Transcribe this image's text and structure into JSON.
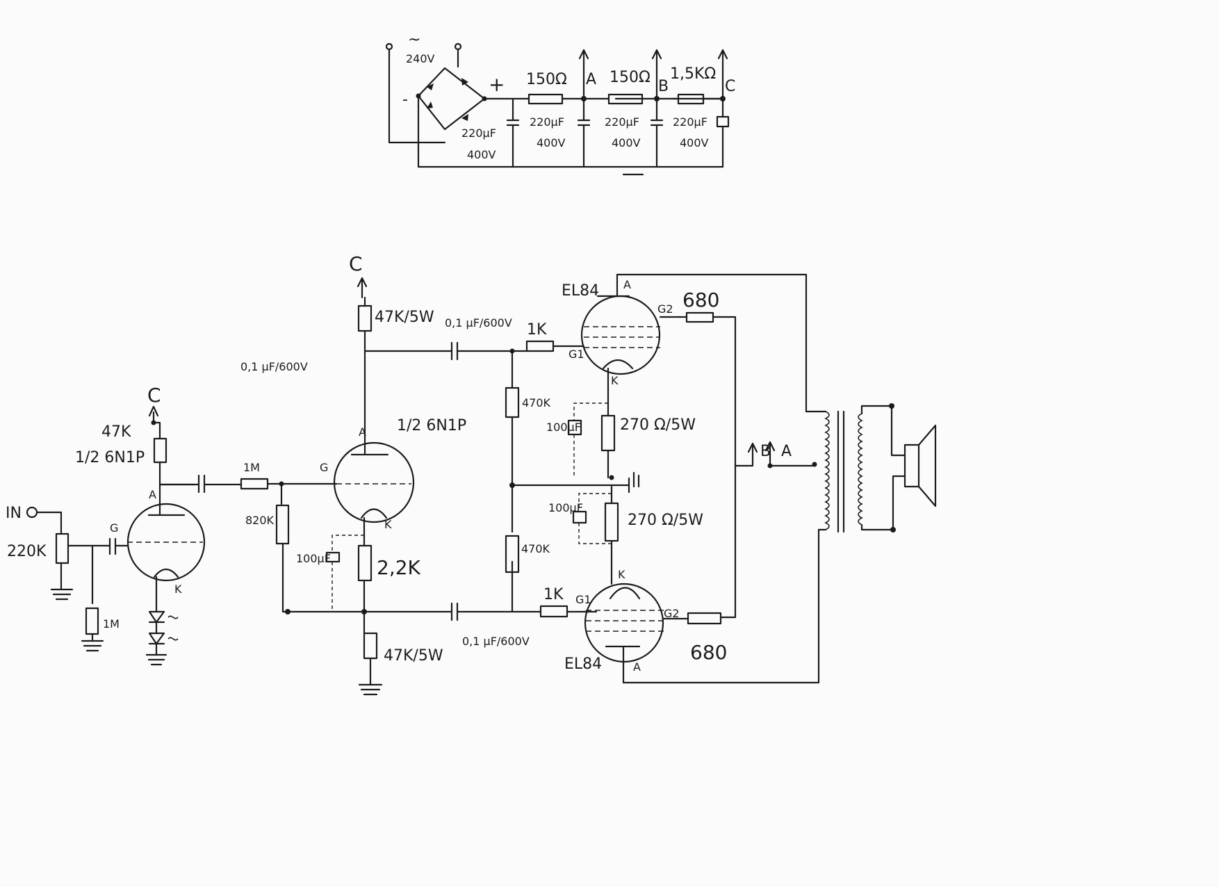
{
  "psu": {
    "ac_symbol": "~",
    "ac_voltage": "240V",
    "minus": "-",
    "plus": "+",
    "r1": "150Ω",
    "r2": "150Ω",
    "r3": "1,5KΩ",
    "tap_a": "A",
    "tap_b": "B",
    "tap_c": "C",
    "cap_value": "220µF",
    "cap_voltage": "400V",
    "ground_bar": "—"
  },
  "stage1": {
    "supply": "C",
    "anode_resistor": "47K",
    "tube": "1/2 6N1P",
    "input_label": "IN",
    "input_resistor": "220K",
    "grid_leak": "1M",
    "pin_a": "A",
    "pin_g": "G",
    "pin_k": "K"
  },
  "coupling": {
    "cap": "0,1 µF/600V",
    "series_r": "1M",
    "grid_r": "820K"
  },
  "stage2": {
    "supply": "C",
    "anode_resistor": "47K/5W",
    "tube": "1/2 6N1P",
    "cathode_cap": "100µF",
    "cathode_resistor": "2,2K",
    "cathode_load": "47K/5W",
    "pin_a": "A",
    "pin_g": "G",
    "pin_k": "K"
  },
  "output": {
    "top_cap": "0,1 µF/600V",
    "bottom_cap": "0,1 µF/600V",
    "top_grid_r": "1K",
    "bottom_grid_r": "1K",
    "grid_leak_top": "470K",
    "grid_leak_bottom": "470K",
    "top_tube": "EL84",
    "bottom_tube": "EL84",
    "top_screen_r": "680",
    "bottom_screen_r": "680",
    "top_cathode_r": "270 Ω/5W",
    "bottom_cathode_r": "270 Ω/5W",
    "top_cathode_cap": "100µF",
    "bottom_cathode_cap": "100µF",
    "pin_a": "A",
    "pin_g1": "G1",
    "pin_g2": "G2",
    "pin_k": "K",
    "tap_b": "B",
    "tap_a": "A"
  }
}
